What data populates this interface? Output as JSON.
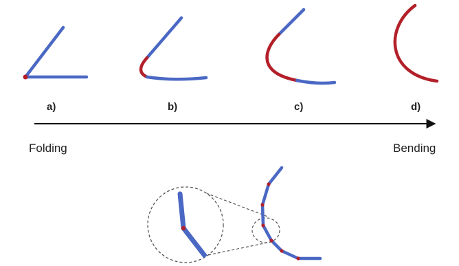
{
  "colors": {
    "segment": "#4a68c4",
    "joint": "#b3202a",
    "axis": "#111111",
    "dashed": "#555555"
  },
  "panels": [
    {
      "label": "a)"
    },
    {
      "label": "b)"
    },
    {
      "label": "c)"
    },
    {
      "label": "d)"
    }
  ],
  "axis": {
    "start_label": "Folding",
    "end_label": "Bending"
  }
}
